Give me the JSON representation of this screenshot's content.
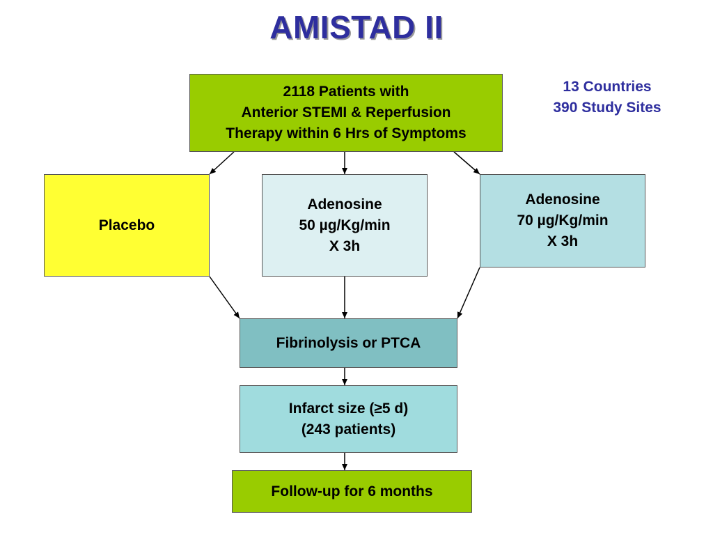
{
  "title": "AMISTAD II",
  "side_note": {
    "line1": "13 Countries",
    "line2": "390 Study Sites"
  },
  "boxes": {
    "enrollment": {
      "line1": "2118 Patients with",
      "line2": "Anterior STEMI & Reperfusion",
      "line3": "Therapy within 6 Hrs of Symptoms"
    },
    "placebo": {
      "line1": "Placebo"
    },
    "adenosine_50": {
      "line1": "Adenosine",
      "line2": "50 µg/Kg/min",
      "line3": "X 3h"
    },
    "adenosine_70": {
      "line1": "Adenosine",
      "line2": "70 µg/Kg/min",
      "line3": "X 3h"
    },
    "reperfusion": {
      "line1": "Fibrinolysis or PTCA"
    },
    "infarct_size": {
      "line1": "Infarct size (≥5 d)",
      "line2": "(243 patients)"
    },
    "follow_up": {
      "line1": "Follow-up for 6 months"
    }
  },
  "colors": {
    "title": "#2e2e9e",
    "side_note": "#2e2e9e",
    "enrollment_fill": "#99cc00",
    "placebo_fill": "#ffff33",
    "adenosine_50_fill": "#ddf0f2",
    "adenosine_70_fill": "#b4dfe3",
    "reperfusion_fill": "#80bfc2",
    "infarct_size_fill": "#a0dcde",
    "follow_up_fill": "#99cc00"
  }
}
